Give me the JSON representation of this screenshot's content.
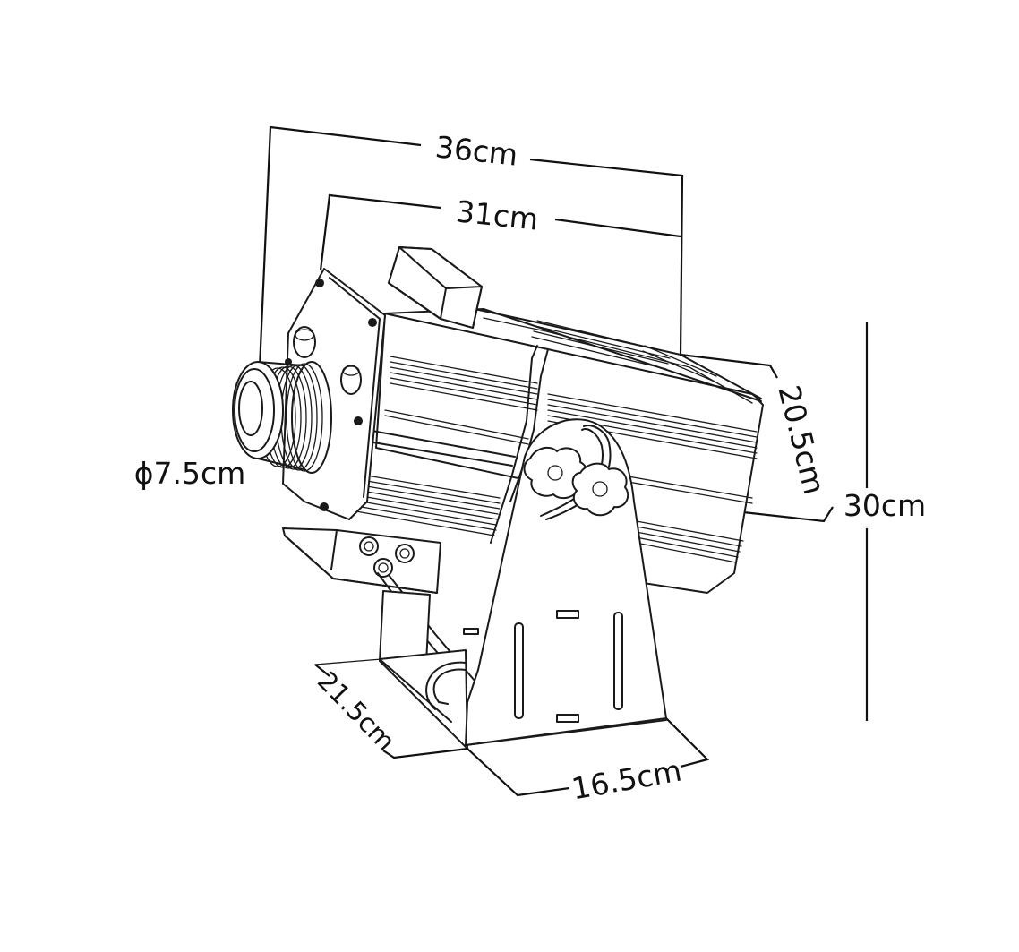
{
  "product": "gobo projector",
  "dimensions": {
    "overall_length": "36cm",
    "body_length": "31cm",
    "body_height": "20.5cm",
    "total_height": "30cm",
    "lens_diameter": "ϕ7.5cm",
    "base_depth": "21.5cm",
    "base_width": "16.5cm"
  },
  "colors": {
    "line": "#1a1a1a",
    "background": "#ffffff"
  }
}
